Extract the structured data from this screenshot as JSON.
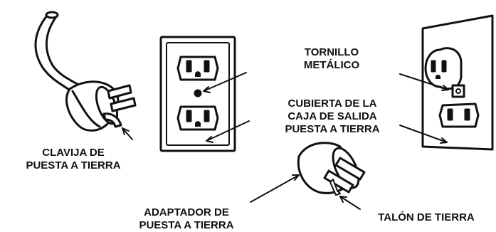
{
  "labels": {
    "grounding_plug": [
      "CLAVIJA DE",
      "PUESTA A TIERRA"
    ],
    "metal_screw": [
      "TORNILLO",
      "METÁLICO"
    ],
    "outlet_box_cover": [
      "CUBIERTA DE LA",
      "CAJA DE SALIDA",
      "PUESTA A TIERRA"
    ],
    "grounding_adapter": [
      "ADAPTADOR DE",
      "PUESTA A TIERRA"
    ],
    "grounding_lug": [
      "TALÓN DE TIERRA"
    ]
  },
  "colors": {
    "ink": "#111111",
    "fill": "#ffffff"
  }
}
